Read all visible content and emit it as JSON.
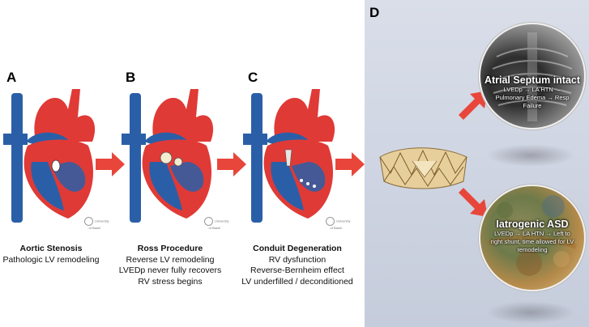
{
  "panels": {
    "a": {
      "letter": "A",
      "title": "Aortic Stenosis",
      "lines": [
        "Pathologic LV remodeling"
      ]
    },
    "b": {
      "letter": "B",
      "title": "Ross Procedure",
      "lines": [
        "Reverse LV remodeling",
        "LVEDp never fully recovers",
        "RV stress begins"
      ]
    },
    "c": {
      "letter": "C",
      "title": "Conduit Degeneration",
      "lines": [
        "RV dysfunction",
        "Reverse-Bernheim effect",
        "LV underfilled / deconditioned"
      ]
    },
    "d": {
      "letter": "D",
      "top": {
        "title": "Atrial Septum intact",
        "text": "LVEDp → LA HTN → Pulmonary Edema → Resp Failure"
      },
      "bottom": {
        "title": "Iatrogenic ASD",
        "text": "LVEDp → LA HTN → Left to right shunt, time allowed for LV remodeling"
      }
    }
  },
  "logo": {
    "line1": "University",
    "line2": "of Basel"
  },
  "colors": {
    "arrow": "#e8463b",
    "vessel_red": "#e03a36",
    "vessel_blue": "#2a5fa8",
    "panel_bg": "#cdd3e1"
  }
}
